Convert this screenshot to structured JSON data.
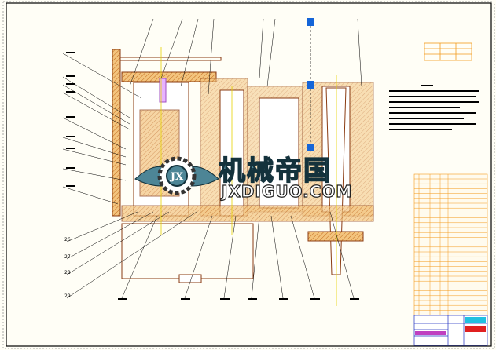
{
  "watermark": {
    "chinese": "机械帝国",
    "url": "JXDIGUO.COM",
    "emblem": "JX"
  },
  "labels": {
    "left": [
      "26",
      "27",
      "28",
      "29"
    ]
  },
  "colors": {
    "section_hatch": "#e8a24a",
    "outline": "#8a3b12",
    "frame": "#000000",
    "marker": "#1565d8",
    "table": "#f39a1c",
    "watermark": "#4d8596"
  }
}
